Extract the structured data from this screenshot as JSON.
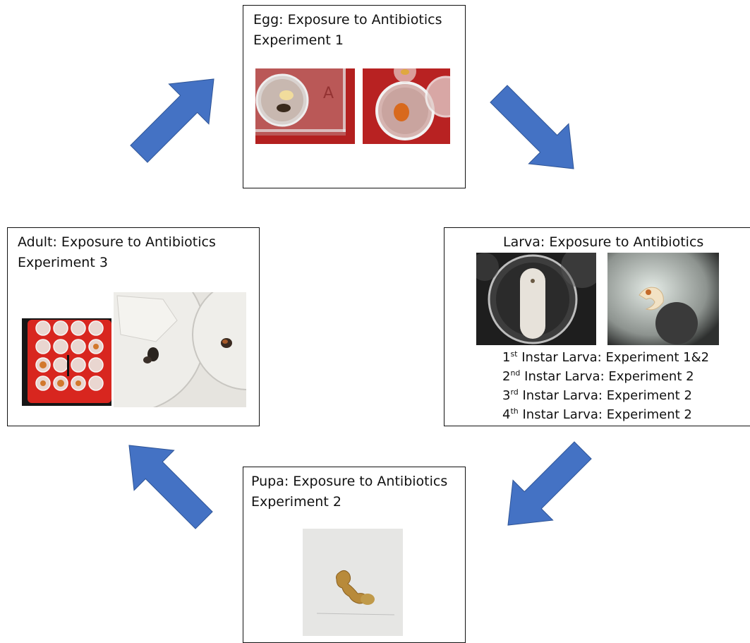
{
  "egg": {
    "title": "Egg: Exposure to Antibiotics\nExperiment 1",
    "photos": [
      "egg-in-well-photo",
      "larva-in-well-photo"
    ]
  },
  "larva": {
    "title": "Larva: Exposure to Antibiotics",
    "photos": [
      "larva-in-dish-photo",
      "curled-larva-photo"
    ],
    "stages": [
      {
        "num": "1",
        "sup": "st",
        "text": " Instar Larva: Experiment 1&2"
      },
      {
        "num": "2",
        "sup": "nd",
        "text": " Instar Larva: Experiment 2"
      },
      {
        "num": "3",
        "sup": "rd",
        "text": " Instar Larva: Experiment 2"
      },
      {
        "num": "4",
        "sup": "th",
        "text": " Instar Larva: Experiment 2"
      }
    ]
  },
  "pupa": {
    "title": "Pupa: Exposure to Antibiotics\nExperiment 2",
    "photos": [
      "pupa-photo"
    ]
  },
  "adult": {
    "title": "Adult: Exposure to Antibiotics\nExperiment 3",
    "photos": [
      "well-plate-photo",
      "adult-beetles-dish-photo"
    ]
  },
  "colors": {
    "arrow": "#4472C4",
    "arrow_stroke": "#2F5597",
    "box_border": "#111111"
  }
}
